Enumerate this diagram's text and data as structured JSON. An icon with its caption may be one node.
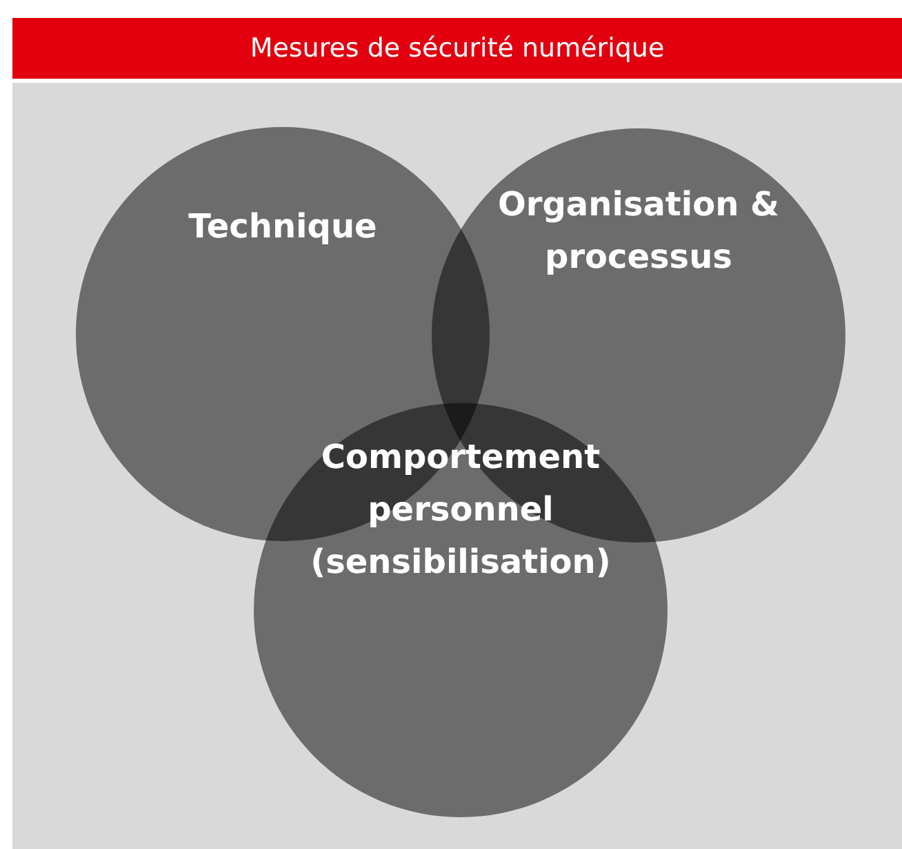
{
  "diagram": {
    "title": "Mesures de sécurité numérique",
    "nodes": [
      {
        "text": [
          "Technique"
        ]
      },
      {
        "text": [
          "Organisation & processus"
        ]
      },
      {
        "text": [
          "Comportement personnel (sensibilisation)"
        ]
      }
    ]
  }
}
